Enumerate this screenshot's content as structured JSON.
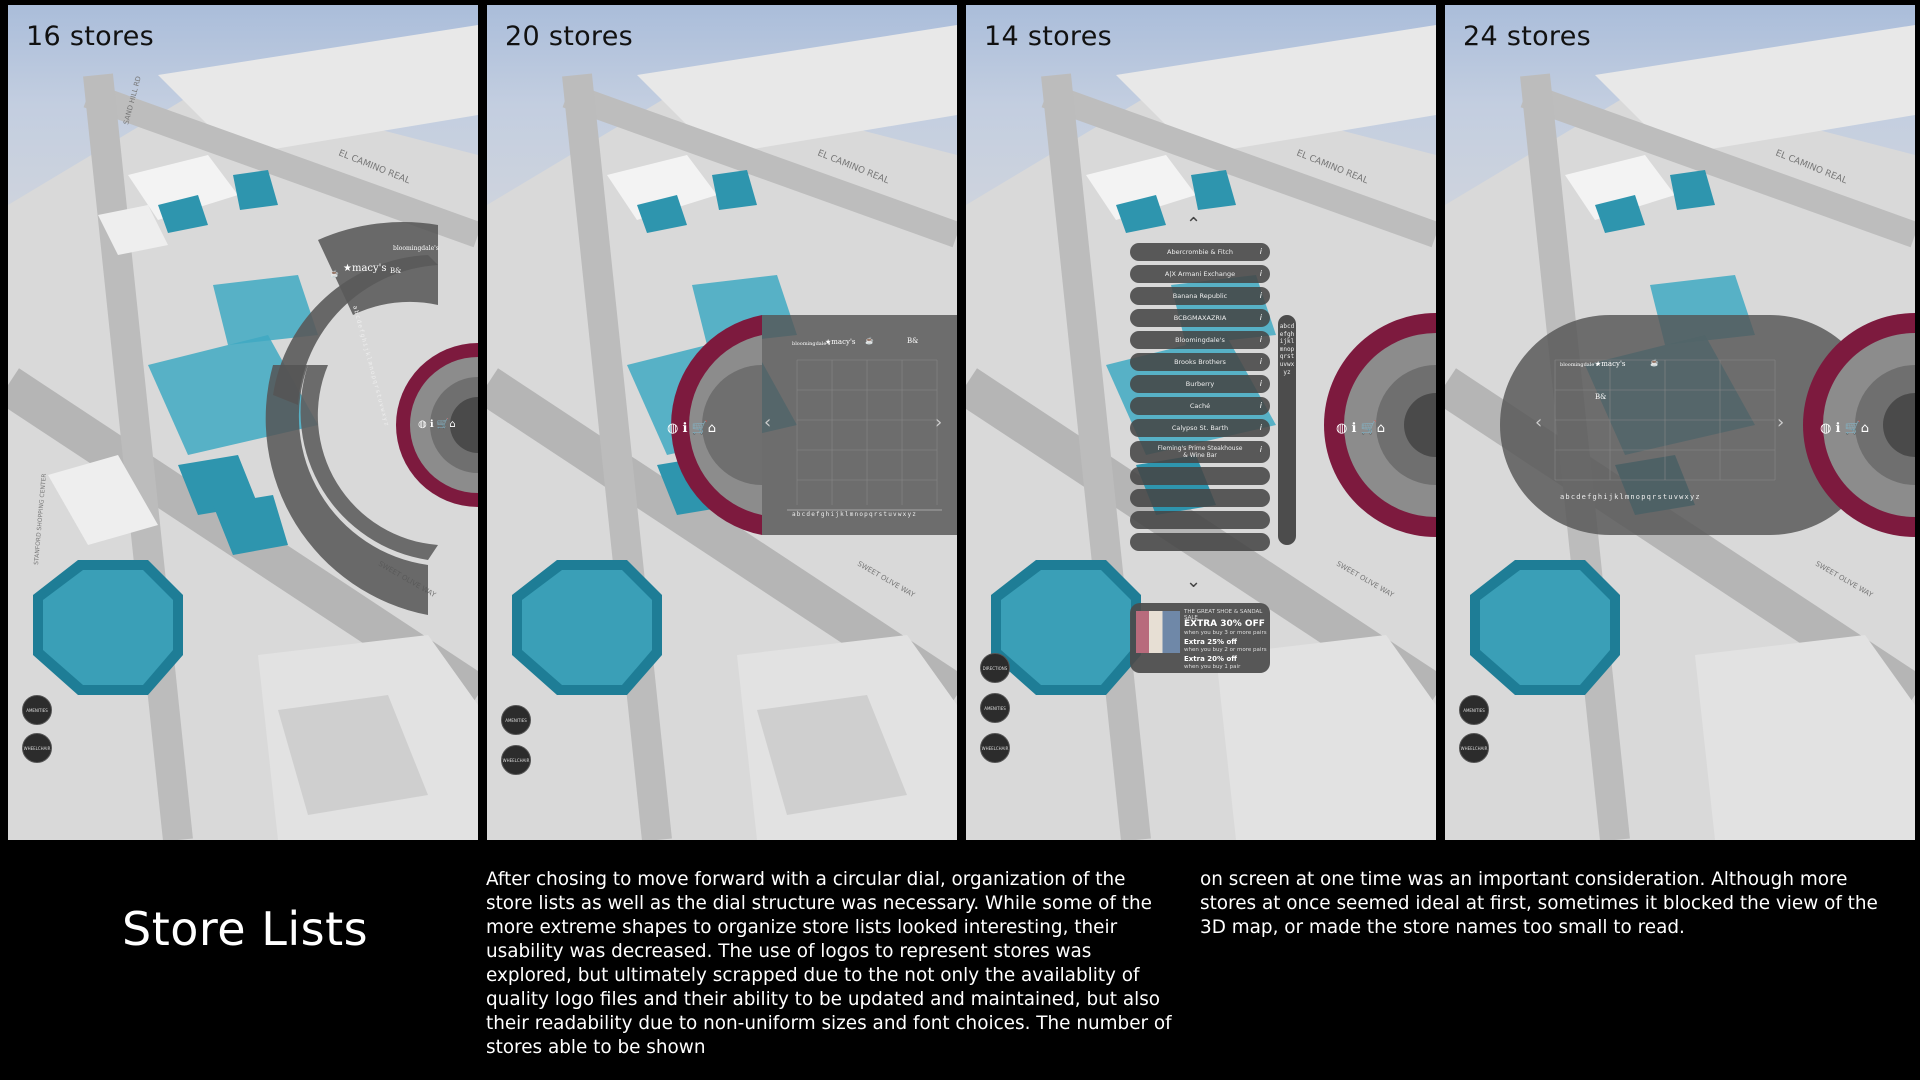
{
  "panels": [
    {
      "title": "16 stores"
    },
    {
      "title": "20 stores"
    },
    {
      "title": "14 stores"
    },
    {
      "title": "24 stores"
    }
  ],
  "map_labels": {
    "road_north": "EL CAMINO REAL",
    "road_west": "SAND HILL RD",
    "road_south": "SWEET OLIVE WAY",
    "center_label": "STANFORD SHOPPING CENTER"
  },
  "buttons": {
    "amenities": "AMENITIES",
    "wheelchair": "WHEELCHAIR",
    "directions": "DIRECTIONS"
  },
  "logos": {
    "bloomingdales": "bloomingdale's",
    "macys": "★macy's",
    "bb": "B&",
    "starbucks": "☕"
  },
  "alphabet": "abcdefghijklmnopqrstuvwxyz",
  "store_list": [
    "Abercrombie & Fitch",
    "A|X Armani Exchange",
    "Banana Republic",
    "BCBGMAXAZRIA",
    "Bloomingdale's",
    "Brooks Brothers",
    "Burberry",
    "Caché",
    "Calypso St. Barth",
    "Fleming's Prime Steakhouse & Wine Bar"
  ],
  "promo": {
    "header": "THE GREAT SHOE & SANDAL SALE",
    "headline": "EXTRA 30% OFF",
    "sub1": "when you buy 3 or more pairs",
    "mid1": "Extra 25% off",
    "sub2": "when you buy 2 or more pairs",
    "mid2": "Extra 20% off",
    "sub3": "when you buy 1 pair"
  },
  "caption": {
    "title": "Store Lists",
    "col1": "After chosing to move forward with a circular dial, organization of the store lists as well as the dial structure was necessary. While some of the more extreme shapes to organize store lists looked interesting, their usability was decreased. The use of logos to represent stores was explored, but ultimately scrapped due to the not only the availablity of quality logo files and their ability to be updated and maintained, but also their readability due to non-uniform sizes and font choices. The number of stores able to be shown",
    "col2": "on screen at one time was an important consideration. Although more stores at once seemed ideal at first, sometimes it blocked the view of the 3D map, or made the store names too small to read."
  },
  "colors": {
    "dial_red": "#7d1a3e",
    "teal": "#2d8fa8",
    "overlay": "#555555"
  }
}
